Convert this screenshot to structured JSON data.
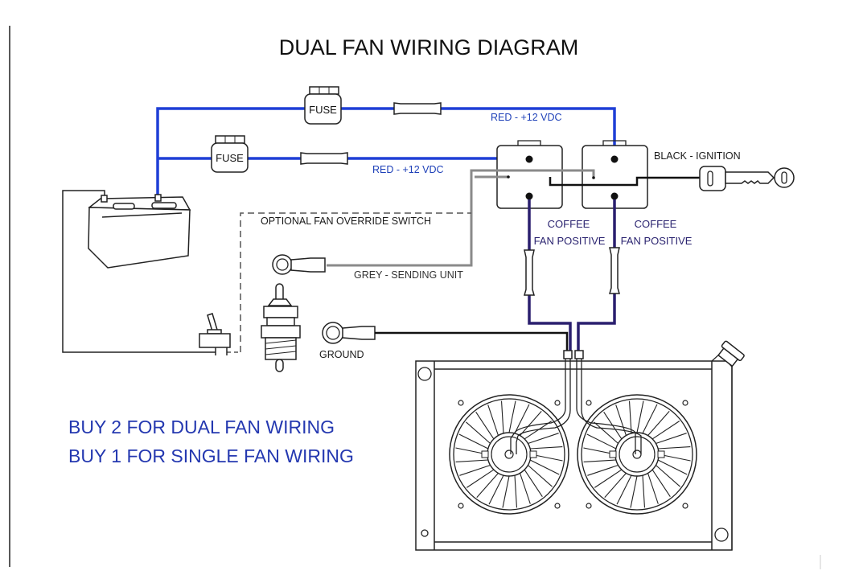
{
  "title": "DUAL FAN WIRING DIAGRAM",
  "colors": {
    "power_wire": "#1f3fd6",
    "fan_wire": "#2a1f6e",
    "sending_wire": "#8a8a8a",
    "ground_wire": "#111111",
    "note_text": "#2438b0"
  },
  "components": {
    "fuse_top": {
      "label": "FUSE"
    },
    "fuse_bottom": {
      "label": "FUSE"
    },
    "battery": {
      "icon": "battery-icon"
    },
    "relay_left": {
      "icon": "relay-icon"
    },
    "relay_right": {
      "icon": "relay-icon"
    },
    "ignition_key": {
      "icon": "key-icon"
    },
    "toggle_switch": {
      "icon": "toggle-switch-icon"
    },
    "temp_sender": {
      "icon": "temperature-sender-icon"
    },
    "ring_terminal_sending": {
      "icon": "ring-terminal-icon"
    },
    "ring_terminal_ground": {
      "icon": "ring-terminal-icon"
    },
    "radiator": {
      "icon": "radiator-icon"
    },
    "fans": [
      {
        "icon": "fan-icon"
      },
      {
        "icon": "fan-icon"
      }
    ]
  },
  "wire_labels": {
    "red_top": "RED - +12 VDC",
    "red_bottom": "RED - +12 VDC",
    "black_ignition": "BLACK - IGNITION",
    "override": "OPTIONAL FAN OVERRIDE SWITCH",
    "grey_sending": "GREY - SENDING UNIT",
    "ground": "GROUND",
    "fan_left_line1": "COFFEE",
    "fan_left_line2": "FAN POSITIVE",
    "fan_right_line1": "COFFEE",
    "fan_right_line2": "FAN POSITIVE"
  },
  "notes": [
    "BUY 2 FOR DUAL FAN WIRING",
    "BUY 1 FOR SINGLE FAN WIRING"
  ]
}
